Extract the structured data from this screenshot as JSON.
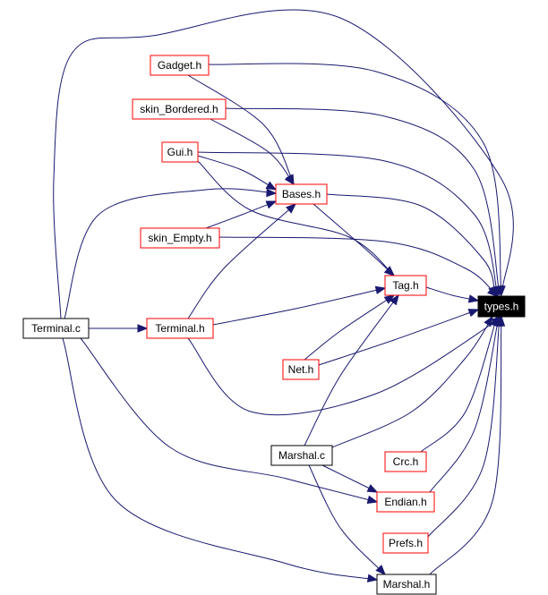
{
  "diagram": {
    "nodes": [
      {
        "id": "types_h",
        "label": "types.h",
        "style": "target",
        "interactable": true
      },
      {
        "id": "gadget_h",
        "label": "Gadget.h",
        "style": "linked",
        "interactable": true
      },
      {
        "id": "skin_bordered_h",
        "label": "skin_Bordered.h",
        "style": "linked",
        "interactable": true
      },
      {
        "id": "gui_h",
        "label": "Gui.h",
        "style": "linked",
        "interactable": true
      },
      {
        "id": "bases_h",
        "label": "Bases.h",
        "style": "linked",
        "interactable": true
      },
      {
        "id": "skin_empty_h",
        "label": "skin_Empty.h",
        "style": "linked",
        "interactable": true
      },
      {
        "id": "tag_h",
        "label": "Tag.h",
        "style": "linked",
        "interactable": true
      },
      {
        "id": "terminal_c",
        "label": "Terminal.c",
        "style": "plain",
        "interactable": false
      },
      {
        "id": "terminal_h",
        "label": "Terminal.h",
        "style": "linked",
        "interactable": true
      },
      {
        "id": "net_h",
        "label": "Net.h",
        "style": "linked",
        "interactable": true
      },
      {
        "id": "marshal_c",
        "label": "Marshal.c",
        "style": "plain",
        "interactable": false
      },
      {
        "id": "crc_h",
        "label": "Crc.h",
        "style": "linked",
        "interactable": true
      },
      {
        "id": "endian_h",
        "label": "Endian.h",
        "style": "linked",
        "interactable": true
      },
      {
        "id": "prefs_h",
        "label": "Prefs.h",
        "style": "linked",
        "interactable": true
      },
      {
        "id": "marshal_h",
        "label": "Marshal.h",
        "style": "plain",
        "interactable": false
      }
    ],
    "edges": [
      {
        "from": "terminal_c",
        "to": "terminal_h"
      },
      {
        "from": "terminal_c",
        "to": "bases_h"
      },
      {
        "from": "terminal_c",
        "to": "types_h"
      },
      {
        "from": "terminal_c",
        "to": "endian_h"
      },
      {
        "from": "terminal_c",
        "to": "marshal_h"
      },
      {
        "from": "terminal_h",
        "to": "bases_h"
      },
      {
        "from": "terminal_h",
        "to": "tag_h"
      },
      {
        "from": "terminal_h",
        "to": "types_h"
      },
      {
        "from": "gadget_h",
        "to": "bases_h"
      },
      {
        "from": "gadget_h",
        "to": "types_h"
      },
      {
        "from": "skin_bordered_h",
        "to": "bases_h"
      },
      {
        "from": "skin_bordered_h",
        "to": "types_h"
      },
      {
        "from": "gui_h",
        "to": "bases_h"
      },
      {
        "from": "gui_h",
        "to": "tag_h"
      },
      {
        "from": "gui_h",
        "to": "types_h"
      },
      {
        "from": "skin_empty_h",
        "to": "bases_h"
      },
      {
        "from": "skin_empty_h",
        "to": "types_h"
      },
      {
        "from": "bases_h",
        "to": "tag_h"
      },
      {
        "from": "bases_h",
        "to": "types_h"
      },
      {
        "from": "tag_h",
        "to": "types_h"
      },
      {
        "from": "net_h",
        "to": "tag_h"
      },
      {
        "from": "net_h",
        "to": "types_h"
      },
      {
        "from": "marshal_c",
        "to": "tag_h"
      },
      {
        "from": "marshal_c",
        "to": "types_h"
      },
      {
        "from": "marshal_c",
        "to": "endian_h"
      },
      {
        "from": "marshal_c",
        "to": "marshal_h"
      },
      {
        "from": "crc_h",
        "to": "types_h"
      },
      {
        "from": "endian_h",
        "to": "types_h"
      },
      {
        "from": "prefs_h",
        "to": "types_h"
      },
      {
        "from": "marshal_h",
        "to": "types_h"
      }
    ]
  },
  "colors": {
    "edge": "#191970",
    "linked_border": "#ff0000",
    "plain_border": "#000000",
    "target_fill": "#000000",
    "target_text": "#ffffff",
    "node_fill": "#ffffff",
    "node_text": "#000000"
  }
}
